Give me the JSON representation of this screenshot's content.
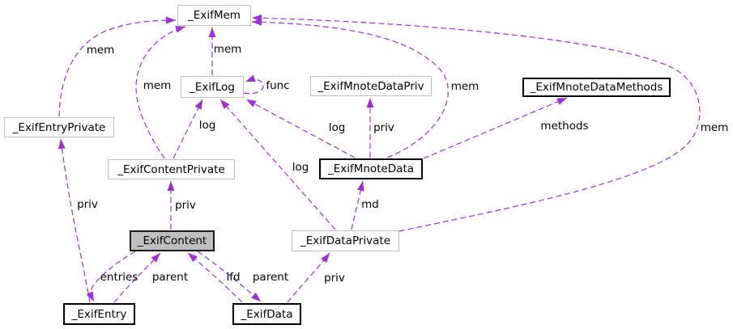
{
  "diagram_type": "collaboration-graph",
  "colors": {
    "edge": "#9a32cd",
    "node_border_plain": "#bebebe",
    "node_border_bold": "#000000",
    "focus_node_fill": "#bfbfbf",
    "background": "#ffffff",
    "text": "#000000"
  },
  "nodes": [
    {
      "id": "exif-mem",
      "label": "_ExifMem",
      "style": "plain"
    },
    {
      "id": "exif-log",
      "label": "_ExifLog",
      "style": "plain"
    },
    {
      "id": "exif-mnote-data-priv",
      "label": "_ExifMnoteDataPriv",
      "style": "plain"
    },
    {
      "id": "exif-mnote-data-methods",
      "label": "_ExifMnoteDataMethods",
      "style": "bold"
    },
    {
      "id": "exif-entry-private",
      "label": "_ExifEntryPrivate",
      "style": "plain"
    },
    {
      "id": "exif-content-private",
      "label": "_ExifContentPrivate",
      "style": "plain"
    },
    {
      "id": "exif-mnote-data",
      "label": "_ExifMnoteData",
      "style": "bold"
    },
    {
      "id": "exif-content",
      "label": "_ExifContent",
      "style": "focus"
    },
    {
      "id": "exif-data-private",
      "label": "_ExifDataPrivate",
      "style": "plain"
    },
    {
      "id": "exif-entry",
      "label": "_ExifEntry",
      "style": "bold"
    },
    {
      "id": "exif-data",
      "label": "_ExifData",
      "style": "bold"
    }
  ],
  "edges": [
    {
      "from": "_ExifLog",
      "to": "_ExifMem",
      "label": "mem"
    },
    {
      "from": "_ExifEntryPrivate",
      "to": "_ExifMem",
      "label": "mem"
    },
    {
      "from": "_ExifContentPrivate",
      "to": "_ExifMem",
      "label": "mem"
    },
    {
      "from": "_ExifMnoteData",
      "to": "_ExifMem",
      "label": "mem"
    },
    {
      "from": "_ExifDataPrivate",
      "to": "_ExifMem",
      "label": "mem"
    },
    {
      "from": "_ExifLog",
      "to": "_ExifLog",
      "label": "func"
    },
    {
      "from": "_ExifContentPrivate",
      "to": "_ExifLog",
      "label": "log"
    },
    {
      "from": "_ExifMnoteData",
      "to": "_ExifLog",
      "label": "log"
    },
    {
      "from": "_ExifDataPrivate",
      "to": "_ExifLog",
      "label": "log"
    },
    {
      "from": "_ExifMnoteData",
      "to": "_ExifMnoteDataPriv",
      "label": "priv"
    },
    {
      "from": "_ExifMnoteData",
      "to": "_ExifMnoteDataMethods",
      "label": "methods"
    },
    {
      "from": "_ExifDataPrivate",
      "to": "_ExifMnoteData",
      "label": "md"
    },
    {
      "from": "_ExifEntry",
      "to": "_ExifEntryPrivate",
      "label": "priv"
    },
    {
      "from": "_ExifContent",
      "to": "_ExifContentPrivate",
      "label": "priv"
    },
    {
      "from": "_ExifContent",
      "to": "_ExifEntry",
      "label": "entries"
    },
    {
      "from": "_ExifEntry",
      "to": "_ExifContent",
      "label": "parent"
    },
    {
      "from": "_ExifData",
      "to": "_ExifContent",
      "label": "ifd"
    },
    {
      "from": "_ExifContent",
      "to": "_ExifData",
      "label": "parent"
    },
    {
      "from": "_ExifData",
      "to": "_ExifDataPrivate",
      "label": "priv"
    }
  ]
}
